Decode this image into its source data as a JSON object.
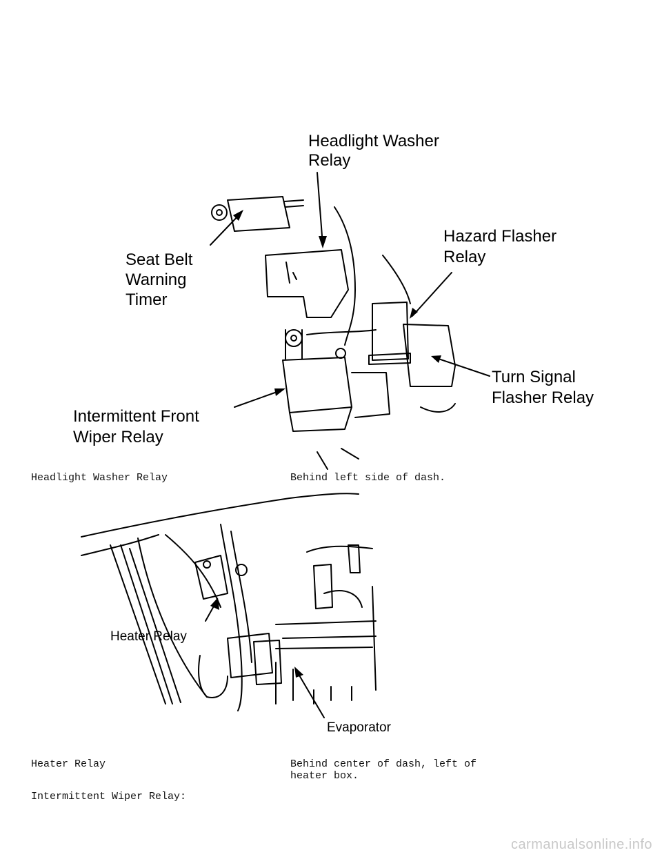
{
  "figure1": {
    "labels": {
      "headlight_washer_1": "Headlight Washer",
      "headlight_washer_2": "Relay",
      "hazard_1": "Hazard Flasher",
      "hazard_2": "Relay",
      "seat_belt_1": "Seat Belt",
      "seat_belt_2": "Warning",
      "seat_belt_3": "Timer",
      "turn_signal_1": "Turn Signal",
      "turn_signal_2": "Flasher Relay",
      "intermittent_1": "Intermittent Front",
      "intermittent_2": "Wiper Relay"
    }
  },
  "row1": {
    "name": "Headlight Washer Relay",
    "location": "Behind left side of dash."
  },
  "figure2": {
    "labels": {
      "heater_relay": "Heater Relay",
      "evaporator": "Evaporator"
    }
  },
  "row2": {
    "name": "Heater Relay",
    "location_line1": "Behind center of dash, left of",
    "location_line2": "heater box."
  },
  "section": {
    "heading": "Intermittent Wiper Relay:"
  },
  "watermark": "carmanualsonline.info"
}
